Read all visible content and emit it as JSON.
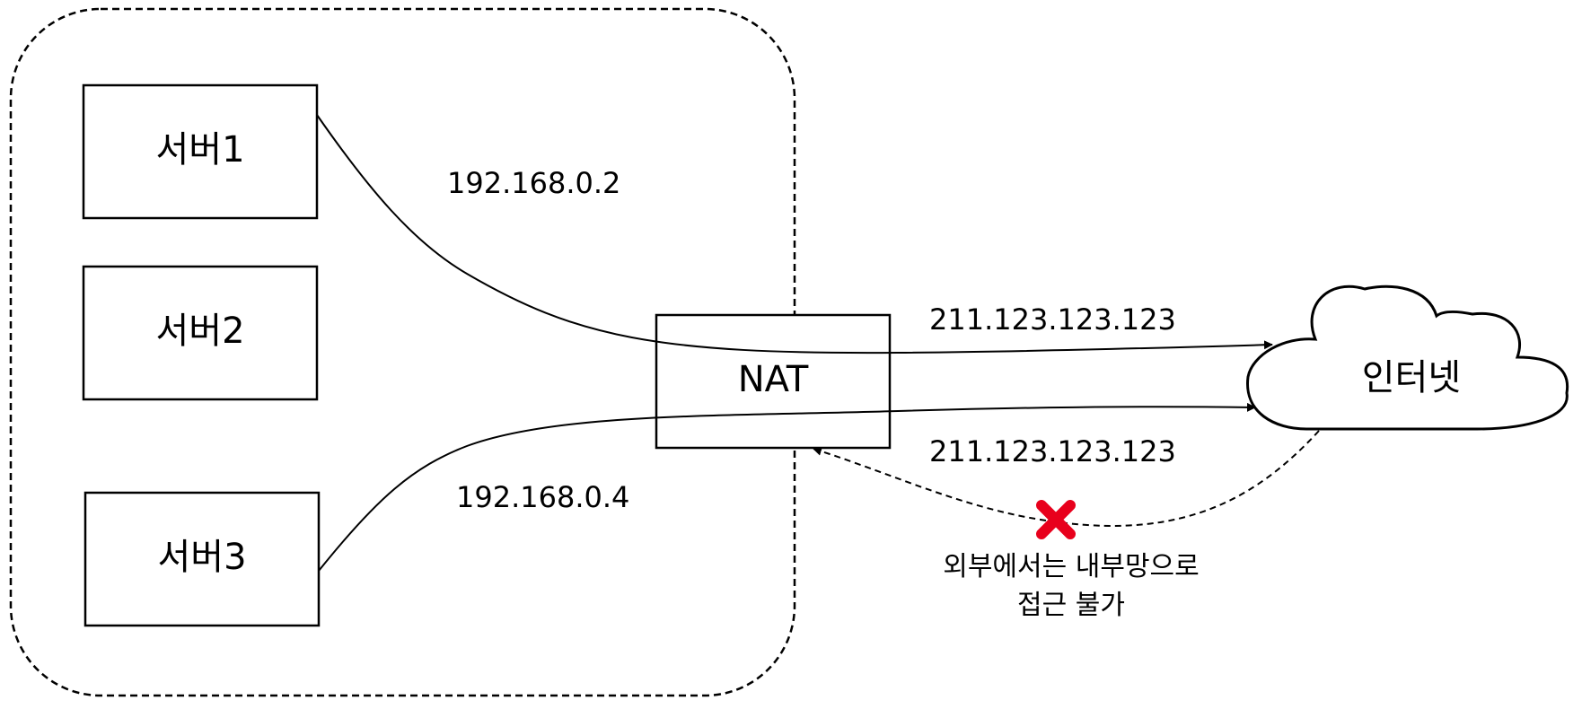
{
  "nodes": {
    "server1": {
      "label": "서버1"
    },
    "server2": {
      "label": "서버2"
    },
    "server3": {
      "label": "서버3"
    },
    "nat": {
      "label": "NAT"
    },
    "internet": {
      "label": "인터넷"
    }
  },
  "edges": {
    "server1_ip": "192.168.0.2",
    "server3_ip": "192.168.0.4",
    "public_ip_top": "211.123.123.123",
    "public_ip_bottom": "211.123.123.123"
  },
  "note": {
    "line1": "외부에서는 내부망으로",
    "line2": "접근 불가"
  },
  "colors": {
    "stroke": "#000000",
    "blocked_mark": "#e8001c"
  },
  "icons": {
    "blocked": "x-mark-icon",
    "internet": "cloud-icon"
  }
}
